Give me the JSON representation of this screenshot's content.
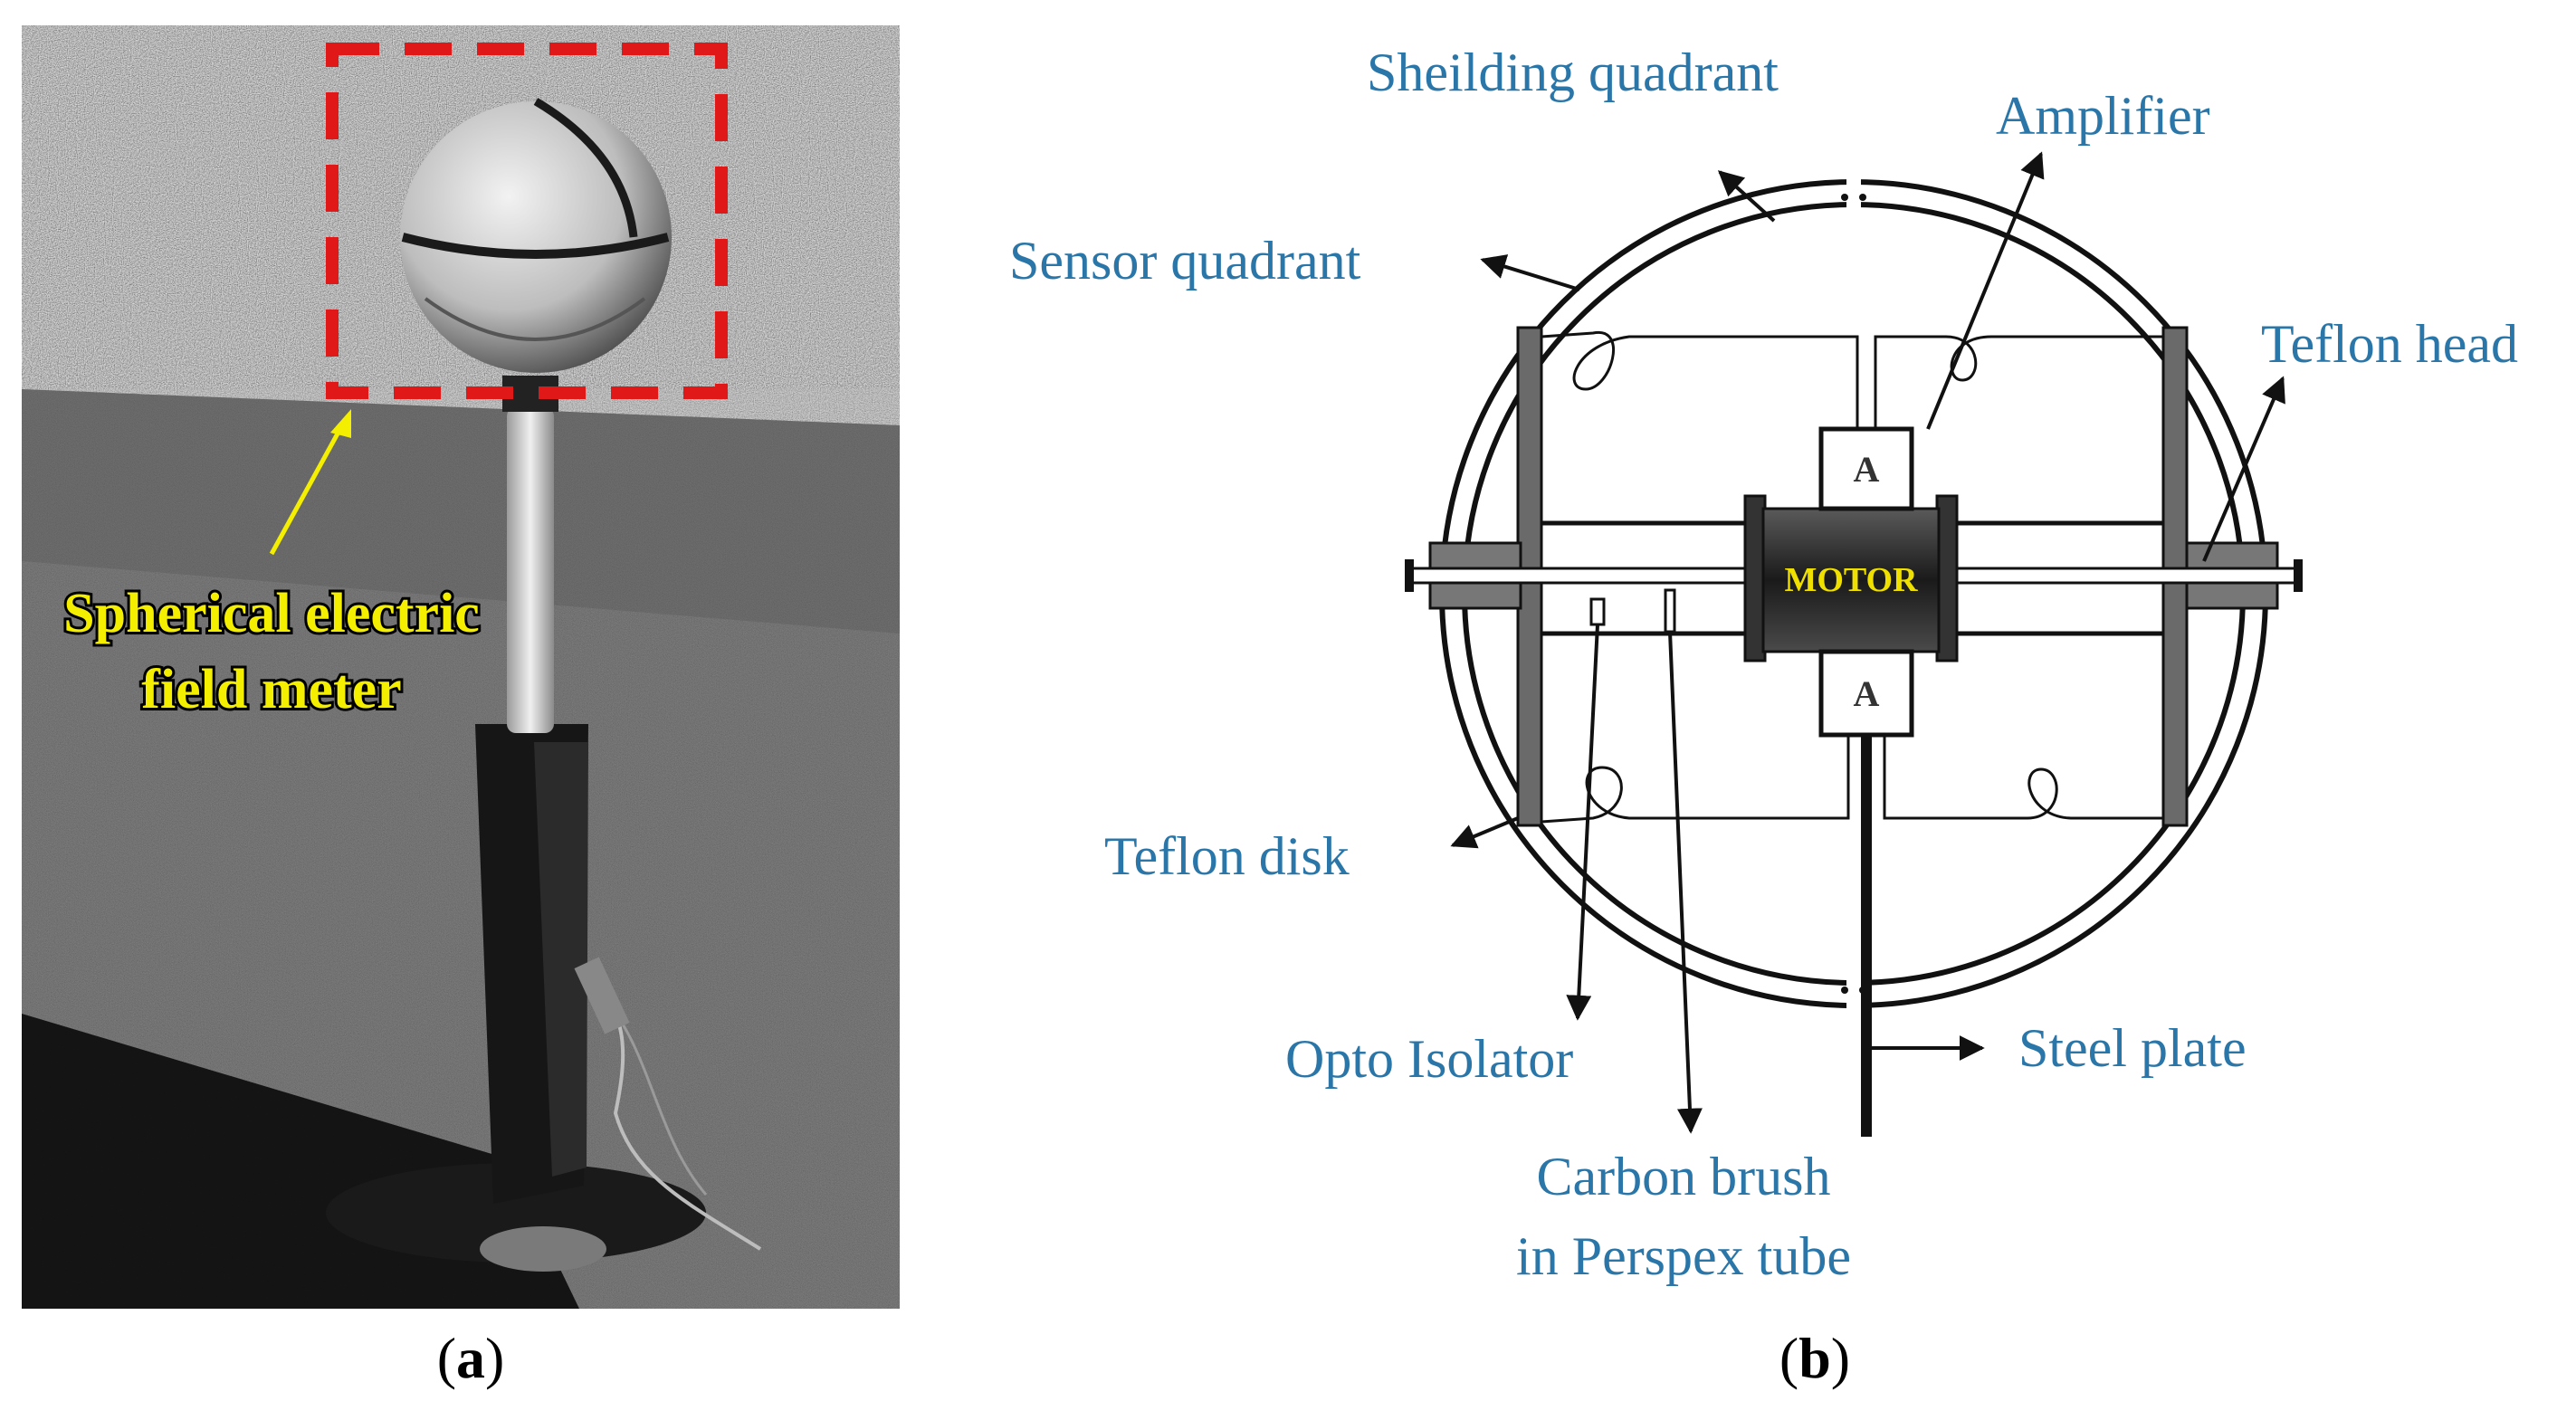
{
  "panel_a": {
    "label_line1": "Spherical electric",
    "label_line2": "field meter",
    "caption_open": "(",
    "caption_letter": "a",
    "caption_close": ")"
  },
  "panel_b": {
    "labels": {
      "shielding_quadrant": "Sheilding quadrant",
      "amplifier": "Amplifier",
      "sensor_quadrant": "Sensor quadrant",
      "teflon_head": "Teflon head",
      "teflon_disk": "Teflon disk",
      "opto_isolator": "Opto Isolator",
      "steel_plate": "Steel plate",
      "carbon_brush_line1": "Carbon brush",
      "carbon_brush_line2": "in Perspex tube"
    },
    "motor": "MOTOR",
    "amp_top": "A",
    "amp_bottom": "A",
    "caption_open": "(",
    "caption_letter": "b",
    "caption_close": ")"
  },
  "colors": {
    "label_blue": "#2a76a8",
    "highlight_red": "#e01818",
    "annotation_yellow": "#f4ef00"
  }
}
